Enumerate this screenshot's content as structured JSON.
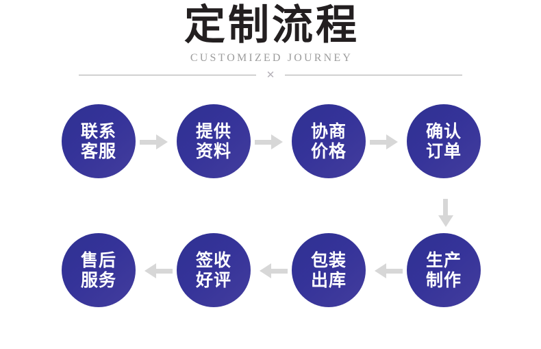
{
  "header": {
    "title": "定制流程",
    "subtitle": "CUSTOMIZED JOURNEY",
    "divider_mark": "✕"
  },
  "theme": {
    "node_color": "#2f3192",
    "node_color_light": "#433d9d",
    "arrow_color": "#d7d7d7",
    "title_color": "#231f20",
    "subtitle_color": "#9c9c9c",
    "divider_color": "#a9a9a9",
    "background": "#ffffff"
  },
  "flow": {
    "rows": [
      {
        "direction": "right",
        "steps": [
          {
            "line1": "联系",
            "line2": "客服"
          },
          {
            "line1": "提供",
            "line2": "资料"
          },
          {
            "line1": "协商",
            "line2": "价格"
          },
          {
            "line1": "确认",
            "line2": "订单"
          }
        ]
      },
      {
        "direction": "left",
        "steps": [
          {
            "line1": "售后",
            "line2": "服务"
          },
          {
            "line1": "签收",
            "line2": "好评"
          },
          {
            "line1": "包装",
            "line2": "出库"
          },
          {
            "line1": "生产",
            "line2": "制作"
          }
        ]
      }
    ],
    "vertical_connector": "arrow-down"
  }
}
